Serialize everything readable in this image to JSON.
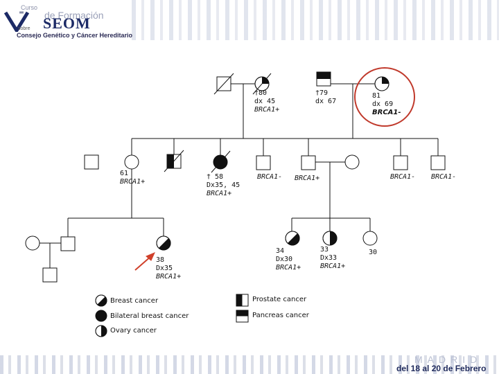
{
  "header": {
    "logo_line1": "Curso",
    "logo_line2": "de Formación",
    "logo_brand": "SEOM",
    "logo_line4": "sobre",
    "logo_line5": "Consejo Genético y Cáncer Hereditario"
  },
  "footer": {
    "city": "MADRID",
    "dates": "del 18 al 20 de Febrero"
  },
  "individuals": {
    "gm_maternal": {
      "age": "†80",
      "dx": "dx 45",
      "status": "BRCA1+"
    },
    "gf_paternal": {
      "age": "†79",
      "dx": "dx 67"
    },
    "gm_paternal": {
      "age": "81",
      "dx": "dx 69",
      "status": "BRCA1-"
    },
    "aunt_61": {
      "age": "61",
      "status": "BRCA1+"
    },
    "aunt_58": {
      "age": "† 58",
      "dx": "Dx35, 45",
      "status": "BRCA1+"
    },
    "uncle_neg": {
      "status": "BRCA1-"
    },
    "father": {
      "status": "BRCA1+"
    },
    "uncle_p1": {
      "status": "BRCA1-"
    },
    "uncle_p2": {
      "status": "BRCA1-"
    },
    "proband": {
      "age": "38",
      "dx": "Dx35",
      "status": "BRCA1+"
    },
    "sister_34": {
      "age": "34",
      "dx": "Dx30",
      "status": "BRCA1+"
    },
    "sister_33": {
      "age": "33",
      "dx": "Dx33",
      "status": "BRCA1+"
    },
    "sister_30": {
      "age": "30"
    }
  },
  "legend": {
    "breast": "Breast cancer",
    "bilateral": "Bilateral breast cancer",
    "ovary": "Ovary cancer",
    "prostate": "Prostate cancer",
    "pancreas": "Pancreas cancer"
  },
  "colors": {
    "line": "#111111",
    "highlight": "#c0392b",
    "arrow": "#d0402a",
    "brand": "#1c2a66"
  }
}
